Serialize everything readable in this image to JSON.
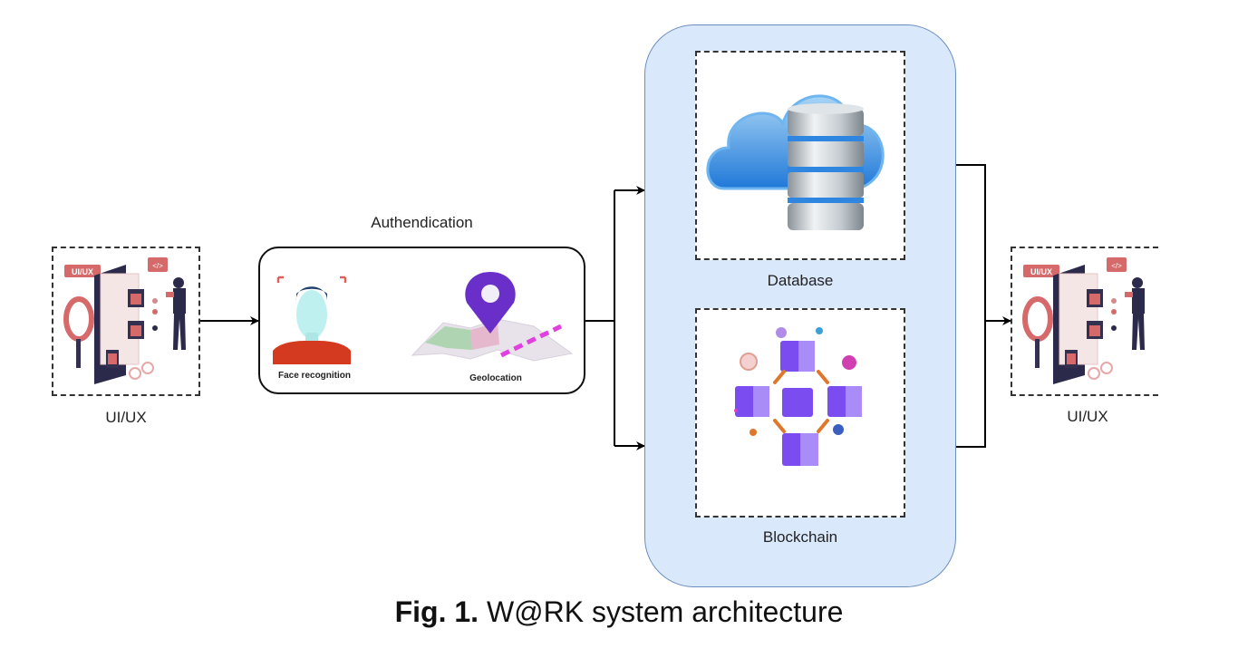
{
  "diagram": {
    "left_ui": {
      "label": "UI/UX",
      "icon": "ui-ux-designer-illustration"
    },
    "authentication": {
      "title": "Authendication",
      "items": [
        {
          "label": "Face recognition",
          "icon": "face-recognition-icon"
        },
        {
          "label": "Geolocation",
          "icon": "map-pin-icon"
        }
      ]
    },
    "backend": {
      "database": {
        "label": "Database",
        "icon": "cloud-database-icon"
      },
      "blockchain": {
        "label": "Blockchain",
        "icon": "blockchain-cubes-icon"
      }
    },
    "right_ui": {
      "label": "UI/UX",
      "icon": "ui-ux-designer-illustration"
    },
    "colors": {
      "container_fill": "#dae8fc",
      "container_stroke": "#6c8ebf",
      "pin_purple": "#6a2fc9",
      "cube_purple": "#7b4cf0",
      "face_red": "#d33a1f",
      "db_blue": "#2f86e0"
    }
  },
  "caption": {
    "prefix": "Fig. 1.",
    "text": " W@RK system architecture"
  }
}
